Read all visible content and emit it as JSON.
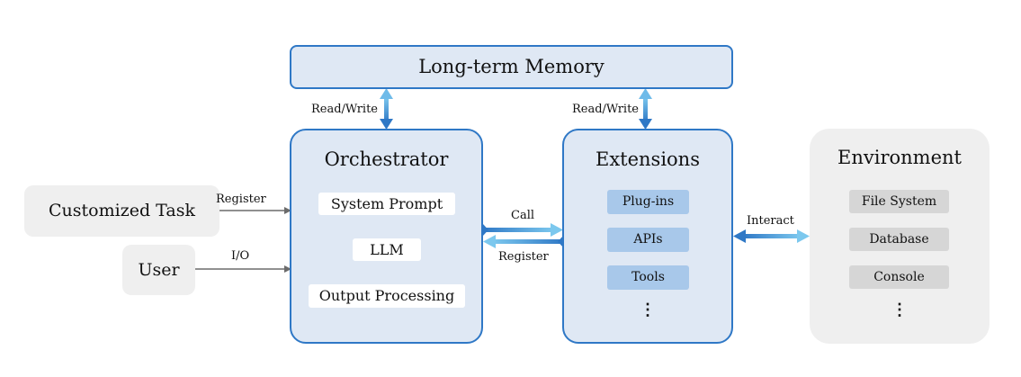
{
  "memory": {
    "title": "Long-term Memory"
  },
  "read_write_left": "Read/Write",
  "read_write_right": "Read/Write",
  "orchestrator": {
    "title": "Orchestrator",
    "items": [
      "System Prompt",
      "LLM",
      "Output Processing"
    ]
  },
  "extensions": {
    "title": "Extensions",
    "items": [
      "Plug-ins",
      "APIs",
      "Tools"
    ],
    "ellipsis": "⋮"
  },
  "environment": {
    "title": "Environment",
    "items": [
      "File System",
      "Database",
      "Console"
    ],
    "ellipsis": "⋮"
  },
  "inputs": {
    "task": "Customized Task",
    "user": "User",
    "register_label": "Register",
    "io_label": "I/O"
  },
  "links": {
    "call": "Call",
    "register": "Register",
    "interact": "Interact"
  },
  "colors": {
    "box_fill": "#dfe8f4",
    "box_border": "#2f78c6",
    "item_blue": "#a8c8ea",
    "arrow_light": "#7cc3ea",
    "gray_panel": "#efefef",
    "gray_item": "#d6d6d6"
  }
}
